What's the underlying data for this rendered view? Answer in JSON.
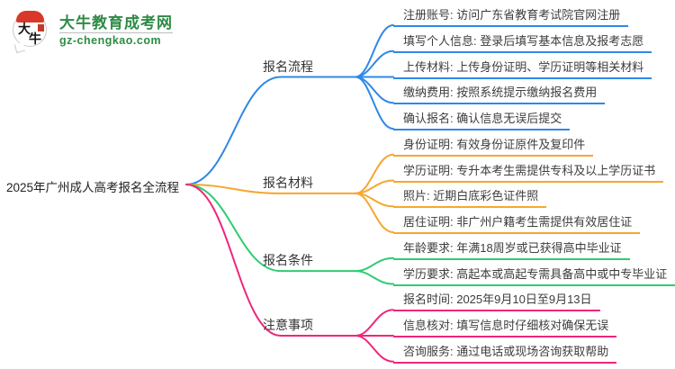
{
  "logo": {
    "badge_char1": "大",
    "badge_char2": "牛",
    "title": "大牛教育成考网",
    "domain": "gz-chengkao.com",
    "brand_color": "#2e8b46",
    "badge_red": "#d8372a"
  },
  "root": {
    "title": "2025年广州成人高考报名全流程"
  },
  "branches": [
    {
      "label": "报名流程",
      "color": "#2f88e8",
      "leaves": [
        "注册账号: 访问广东省教育考试院官网注册",
        "填写个人信息: 登录后填写基本信息及报考志愿",
        "上传材料: 上传身份证明、学历证明等相关材料",
        "缴纳费用: 按照系统提示缴纳报名费用",
        "确认报名: 确认信息无误后提交"
      ]
    },
    {
      "label": "报名材料",
      "color": "#f5a72e",
      "leaves": [
        "身份证明: 有效身份证原件及复印件",
        "学历证明: 专升本考生需提供专科及以上学历证书",
        "照片: 近期白底彩色证件照",
        "居住证明: 非广州户籍考生需提供有效居住证"
      ]
    },
    {
      "label": "报名条件",
      "color": "#2ecc71",
      "leaves": [
        "年龄要求: 年满18周岁或已获得高中毕业证",
        "学历要求: 高起本或高起专需具备高中或中专毕业证"
      ]
    },
    {
      "label": "注意事项",
      "color": "#f0267c",
      "leaves": [
        "报名时间: 2025年9月10日至9月13日",
        "信息核对: 填写信息时仔细核对确保无误",
        "咨询服务: 通过电话或现场咨询获取帮助"
      ]
    }
  ]
}
